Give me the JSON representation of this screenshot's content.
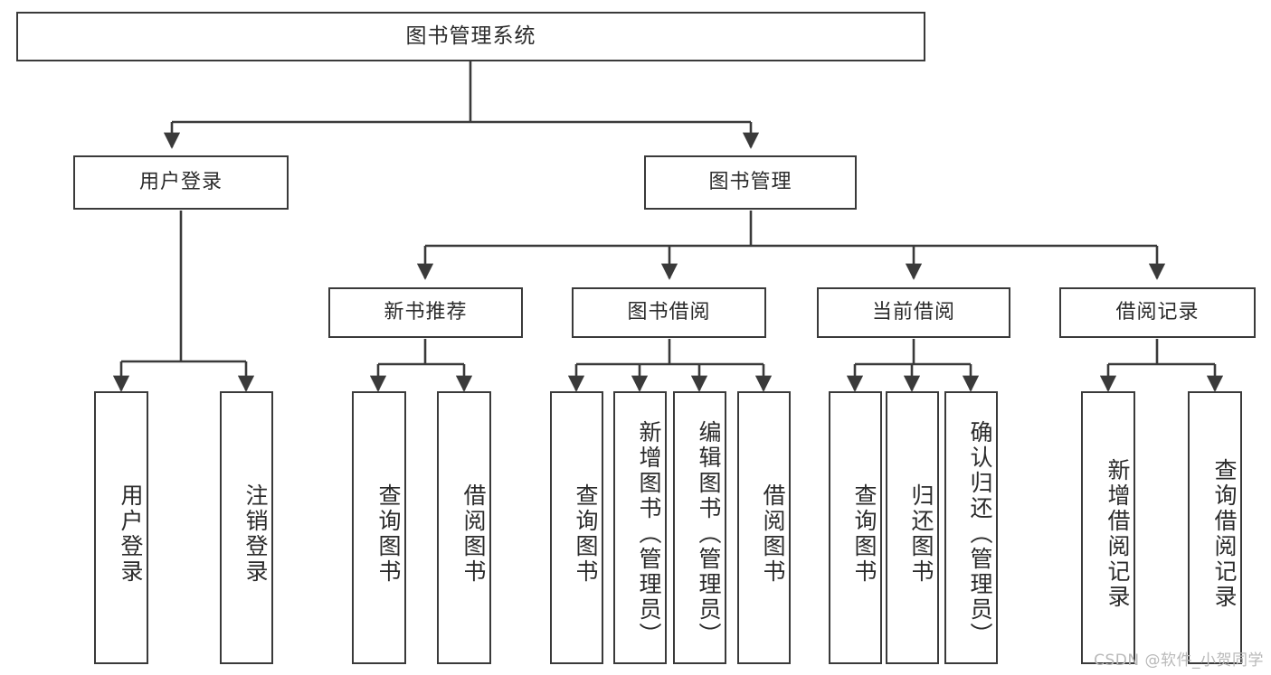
{
  "diagram": {
    "title": "图书管理系统",
    "watermark": "CSDN @软件_小贺同学",
    "colors": {
      "box_border": "#3a3a3a",
      "line": "#3a3a3a",
      "text": "#2b2b2b",
      "background": "#ffffff",
      "watermark": "#b9b9b9"
    },
    "levels": {
      "level1": [
        {
          "id": "root",
          "label": "图书管理系统"
        }
      ],
      "level2": [
        {
          "id": "user-login",
          "label": "用户登录"
        },
        {
          "id": "book-management",
          "label": "图书管理"
        }
      ],
      "level3": [
        {
          "id": "new-book-recommend",
          "label": "新书推荐"
        },
        {
          "id": "book-borrow",
          "label": "图书借阅"
        },
        {
          "id": "current-borrow",
          "label": "当前借阅"
        },
        {
          "id": "borrow-record",
          "label": "借阅记录"
        }
      ],
      "level4": [
        {
          "id": "leaf-user-login",
          "label": "用户登录",
          "parent": "user-login"
        },
        {
          "id": "leaf-logout",
          "label": "注销登录",
          "parent": "user-login"
        },
        {
          "id": "leaf-query-book-1",
          "label": "查询图书",
          "parent": "new-book-recommend"
        },
        {
          "id": "leaf-borrow-book-1",
          "label": "借阅图书",
          "parent": "new-book-recommend"
        },
        {
          "id": "leaf-query-book-2",
          "label": "查询图书",
          "parent": "book-borrow"
        },
        {
          "id": "leaf-add-book",
          "label": "新增图书（管理员）",
          "parent": "book-borrow"
        },
        {
          "id": "leaf-edit-book",
          "label": "编辑图书（管理员）",
          "parent": "book-borrow"
        },
        {
          "id": "leaf-borrow-book-2",
          "label": "借阅图书",
          "parent": "book-borrow"
        },
        {
          "id": "leaf-query-book-3",
          "label": "查询图书",
          "parent": "current-borrow"
        },
        {
          "id": "leaf-return-book",
          "label": "归还图书",
          "parent": "current-borrow"
        },
        {
          "id": "leaf-confirm-return",
          "label": "确认归还（管理员）",
          "parent": "current-borrow"
        },
        {
          "id": "leaf-add-record",
          "label": "新增借阅记录",
          "parent": "borrow-record"
        },
        {
          "id": "leaf-query-record",
          "label": "查询借阅记录",
          "parent": "borrow-record"
        }
      ]
    }
  }
}
